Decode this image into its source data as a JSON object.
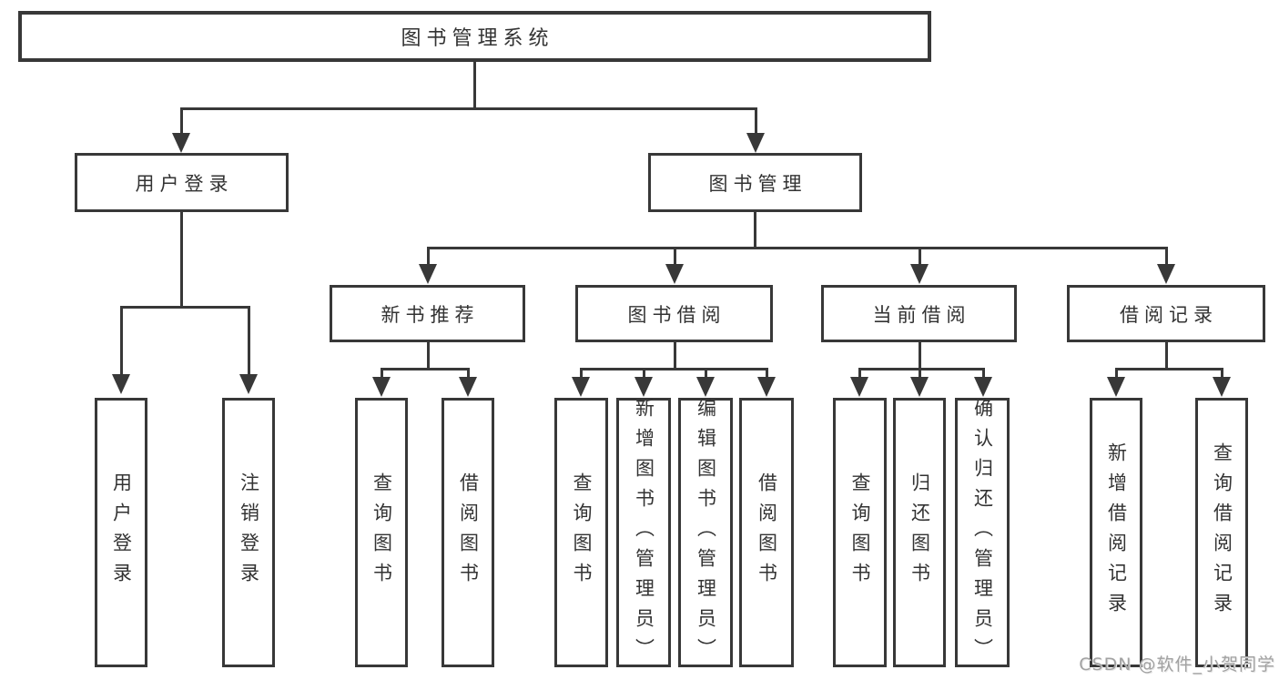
{
  "diagram": {
    "title": "图书管理系统",
    "watermark": "CSDN @软件_小贺同学",
    "colors": {
      "line": "#383838",
      "text": "#333333",
      "background": "#ffffff",
      "watermark": "#a2a2a2"
    },
    "nodes": {
      "root": {
        "label": "图书管理系统"
      },
      "user_login": {
        "label": "用户登录"
      },
      "book_management": {
        "label": "图书管理"
      },
      "new_book_recommend": {
        "label": "新书推荐"
      },
      "book_borrowing": {
        "label": "图书借阅"
      },
      "current_borrowing": {
        "label": "当前借阅"
      },
      "borrowing_records": {
        "label": "借阅记录"
      },
      "leaf_user_login": {
        "label": "用户登录"
      },
      "leaf_logout": {
        "label": "注销登录"
      },
      "leaf_nbr_query_books": {
        "label": "查询图书"
      },
      "leaf_nbr_borrow_books": {
        "label": "借阅图书"
      },
      "leaf_bb_query_books": {
        "label": "查询图书"
      },
      "leaf_bb_add_books": {
        "label": "新增图书（管理员）"
      },
      "leaf_bb_edit_books": {
        "label": "编辑图书（管理员）"
      },
      "leaf_bb_borrow_books": {
        "label": "借阅图书"
      },
      "leaf_cb_query_books": {
        "label": "查询图书"
      },
      "leaf_cb_return_books": {
        "label": "归还图书"
      },
      "leaf_cb_confirm_return": {
        "label": "确认归还（管理员）"
      },
      "leaf_br_add_record": {
        "label": "新增借阅记录"
      },
      "leaf_br_query_record": {
        "label": "查询借阅记录"
      }
    },
    "structure": {
      "root": [
        "user_login",
        "book_management"
      ],
      "user_login": [
        "leaf_user_login",
        "leaf_logout"
      ],
      "book_management": [
        "new_book_recommend",
        "book_borrowing",
        "current_borrowing",
        "borrowing_records"
      ],
      "new_book_recommend": [
        "leaf_nbr_query_books",
        "leaf_nbr_borrow_books"
      ],
      "book_borrowing": [
        "leaf_bb_query_books",
        "leaf_bb_add_books",
        "leaf_bb_edit_books",
        "leaf_bb_borrow_books"
      ],
      "current_borrowing": [
        "leaf_cb_query_books",
        "leaf_cb_return_books",
        "leaf_cb_confirm_return"
      ],
      "borrowing_records": [
        "leaf_br_add_record",
        "leaf_br_query_record"
      ]
    }
  }
}
